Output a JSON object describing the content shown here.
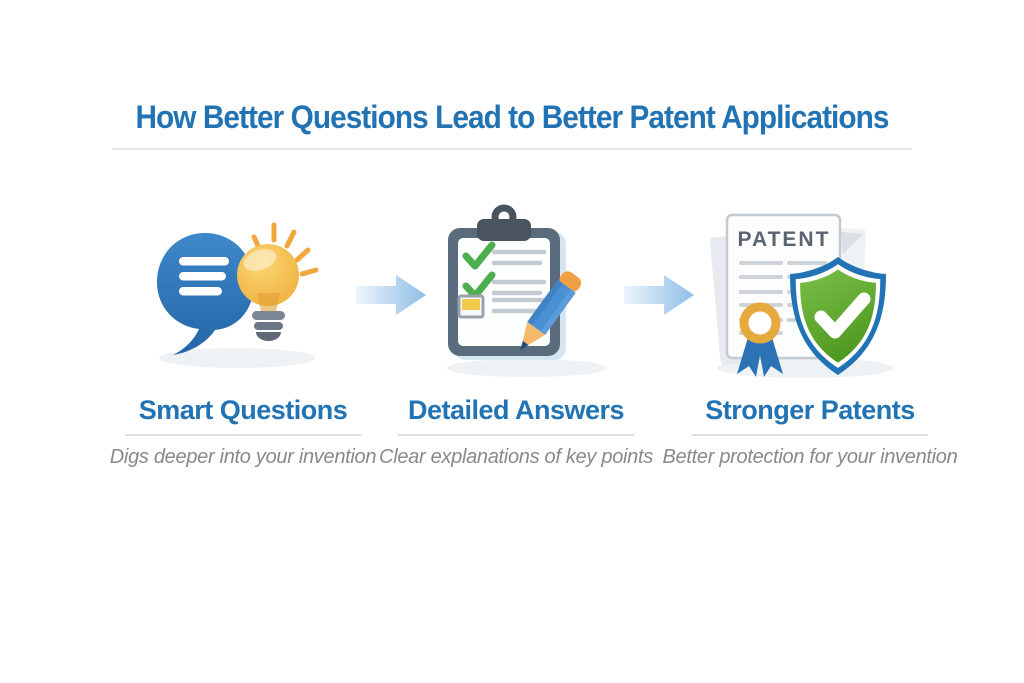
{
  "title": "How Better Questions Lead to Better Patent Applications",
  "steps": [
    {
      "label": "Smart Questions",
      "description": "Digs deeper into your invention",
      "icon": "speech-bubble-lightbulb-icon"
    },
    {
      "label": "Detailed Answers",
      "description": "Clear explanations of key points",
      "icon": "clipboard-checklist-pencil-icon"
    },
    {
      "label": "Stronger Patents",
      "description": "Better protection for your invention",
      "icon": "patent-document-shield-icon",
      "document_label": "PATENT"
    }
  ],
  "connectors": [
    {
      "icon": "right-arrow-icon"
    },
    {
      "icon": "right-arrow-icon"
    }
  ],
  "colors": {
    "accent_blue": "#2173B4",
    "subtitle_gray": "#87898C",
    "divider_gray": "#DBDEE2",
    "arrow_blue": "#8FBEE6",
    "bubble_blue": "#2E77B8",
    "bulb_yellow": "#F2BC45",
    "check_green": "#4CAE4F",
    "shield_blue": "#2273B5",
    "shield_green": "#5FA82E",
    "medal_gold": "#E6A93E",
    "pencil_blue": "#4A90D3",
    "clipboard_slate": "#5A6B7D"
  }
}
